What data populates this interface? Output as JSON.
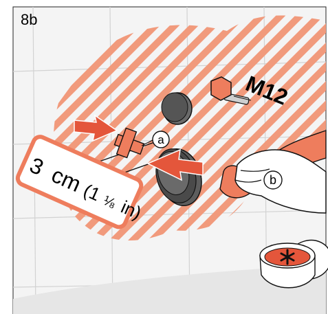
{
  "step_label": "8b",
  "thread_label": "M12",
  "callout_a": "a",
  "callout_b": "b",
  "distance_label": {
    "value": "3",
    "unit": "cm",
    "imperial_open": "(1",
    "imperial_fraction": "⅛",
    "imperial_unit": "in)"
  },
  "colors": {
    "accent": "#ee7d5d",
    "stripe": "#f19a7c",
    "tile_bg": "#f4f4f4",
    "grout": "#d2d2d2",
    "line": "#1a1a1a",
    "hand_fill": "#ffffff",
    "cleaner_paste": "#e4563b"
  },
  "icons": [
    "hand-icon",
    "cloth-icon",
    "cleaner-tin-icon",
    "asterisk-icon",
    "bolt-icon",
    "washer-icon"
  ]
}
